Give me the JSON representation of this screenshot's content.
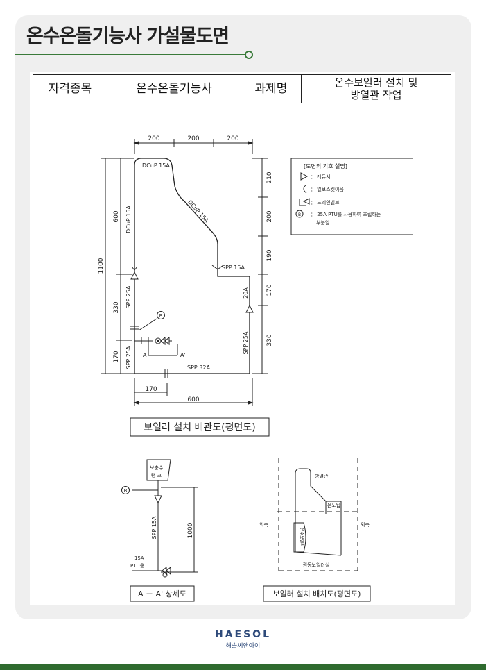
{
  "page_title": "온수온돌기능사 가설물도면",
  "info_table": {
    "cert_label": "자격종목",
    "cert_value": "온수온돌기능사",
    "task_label": "과제명",
    "task_value_line1": "온수보일러 설치 및",
    "task_value_line2": "방열관 작업"
  },
  "plan": {
    "caption": "보일러 설치 배관도(평면도)",
    "dims_top": [
      "200",
      "200",
      "200"
    ],
    "dims_right": [
      "210",
      "200",
      "190",
      "170",
      "330"
    ],
    "dims_left_outer": "1100",
    "dims_left_inner": [
      "600",
      "330",
      "170"
    ],
    "dim_bottom_total": "600",
    "dim_bottom_part": "170",
    "pipe_labels": {
      "dcup_top": "DCuP 15A",
      "dcup_left": "DCuP 15A",
      "dcup_diag": "DCuP 15A",
      "spp_15a": "SPP 15A",
      "spp_25a_upper": "SPP 25A",
      "spp_25a_lower": "SPP 25A",
      "spp_25a_right": "SPP 25A",
      "size_20a": "20A",
      "spp_32a": "SPP 32A"
    },
    "marker_b": "B",
    "section_a": "A",
    "section_a_prime": "A'"
  },
  "legend": {
    "title": "[도면의 기호 설명]",
    "items": [
      "： 레듀서",
      "： 엘보스켓이음",
      "： 드레인밸브",
      "： 25A PTU를 사용하여 조립하는",
      "부분임"
    ],
    "marker_b": "B"
  },
  "detail": {
    "caption": "A － A' 상세도",
    "boiler_label_line1": "보충수",
    "boiler_label_line2": "탱 크",
    "pipe_label": "SPP 15A",
    "dim": "1000",
    "ptu_label_line1": "15A",
    "ptu_label_line2": "PTU용",
    "marker_b": "B"
  },
  "layout_plan": {
    "caption": "보일러 설치 배치도(평면도)",
    "radiator_label": "방열관",
    "label_mid": "온도탑",
    "side_left": "외측",
    "side_right": "외측",
    "boiler_label": "온수보일러",
    "bottom_label": "권동보일러실"
  },
  "footer": {
    "logo": "HAESOL",
    "logo_sub": "해솔씨앤아이"
  },
  "colors": {
    "accent_green": "#3a7a3a",
    "bar_green": "#2f6b2f",
    "logo_blue": "#2e4a7a"
  }
}
